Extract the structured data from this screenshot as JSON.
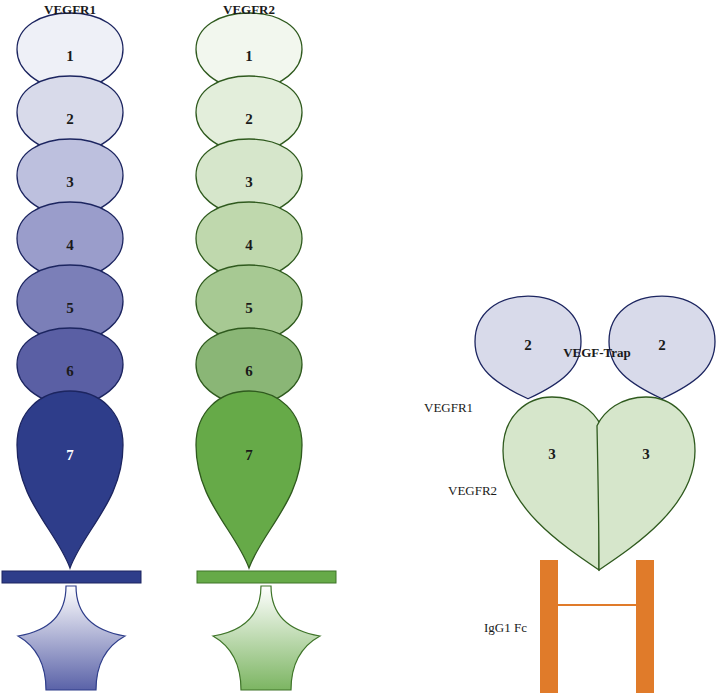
{
  "diagram": {
    "nodes": [
      {
        "text": [
          "1"
        ]
      },
      {
        "text": [
          "2"
        ]
      },
      {
        "text": [
          "3"
        ]
      },
      {
        "text": [
          "4"
        ]
      },
      {
        "text": [
          "5"
        ]
      },
      {
        "text": [
          "6"
        ]
      },
      {
        "text": [
          "7"
        ]
      },
      {
        "text": [
          "1"
        ]
      },
      {
        "text": [
          "2"
        ]
      },
      {
        "text": [
          "3"
        ]
      },
      {
        "text": [
          "4"
        ]
      },
      {
        "text": [
          "5"
        ]
      },
      {
        "text": [
          "6"
        ]
      },
      {
        "text": [
          "7"
        ]
      },
      {
        "text": [
          "2"
        ]
      },
      {
        "text": [
          "2"
        ]
      },
      {
        "text": [
          "3"
        ]
      },
      {
        "text": [
          "3"
        ]
      }
    ],
    "edges": [],
    "labels": [
      "VEGFR1",
      "VEGFR2",
      "VEGF-Trap",
      "VEGFR1",
      "VEGFR2",
      "IgG1 Fc"
    ]
  }
}
